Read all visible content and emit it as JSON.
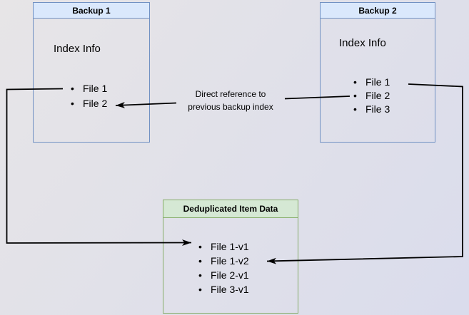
{
  "diagram": {
    "backup1": {
      "title": "Backup 1",
      "index_label": "Index Info",
      "files": [
        "File 1",
        "File 2"
      ]
    },
    "backup2": {
      "title": "Backup 2",
      "index_label": "Index Info",
      "files": [
        "File 1",
        "File 2",
        "File 3"
      ]
    },
    "dedup": {
      "title": "Deduplicated Item Data",
      "files": [
        "File 1-v1",
        "File 1-v2",
        "File 2-v1",
        "File 3-v1"
      ]
    },
    "edge_label": "Direct reference to\nprevious backup index",
    "colors": {
      "blue_fill": "#dae8fc",
      "blue_border": "#7191c3",
      "green_fill": "#d5e8d4",
      "green_border": "#85ac68",
      "arrow": "#000000"
    }
  }
}
